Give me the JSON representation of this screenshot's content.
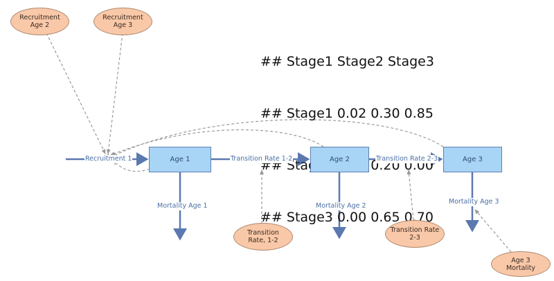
{
  "matrix": {
    "lines": [
      "## Stage1 Stage2 Stage3",
      "## Stage1 0.02 0.30 0.85",
      "## Stage2 0.45 0.20 0.00",
      "## Stage3 0.00 0.65 0.70"
    ]
  },
  "stocks": {
    "age1": "Age 1",
    "age2": "Age 2",
    "age3": "Age 3"
  },
  "flows": {
    "recruitment": "Recruitment 1",
    "transition12": "Transition Rate 1-2",
    "transition23": "Transition Rate 2-3",
    "mortality1": "Mortality Age 1",
    "mortality2": "Mortality Age 2",
    "mortality3": "Mortality Age 3"
  },
  "parameters": {
    "recruitment_age2": "Recruitment Age 2",
    "recruitment_age3": "Recruitment Age 3",
    "transition_rate_12": "Transition Rate, 1-2",
    "transition_rate_23": "Transition Rate 2-3",
    "age3_mortality": "Age 3 Mortality"
  },
  "colors": {
    "stock_fill": "#a8d4f5",
    "parameter_fill": "#f8c8a8",
    "flow_arrow": "#5b78b0",
    "connector": "#9a9a9a"
  }
}
